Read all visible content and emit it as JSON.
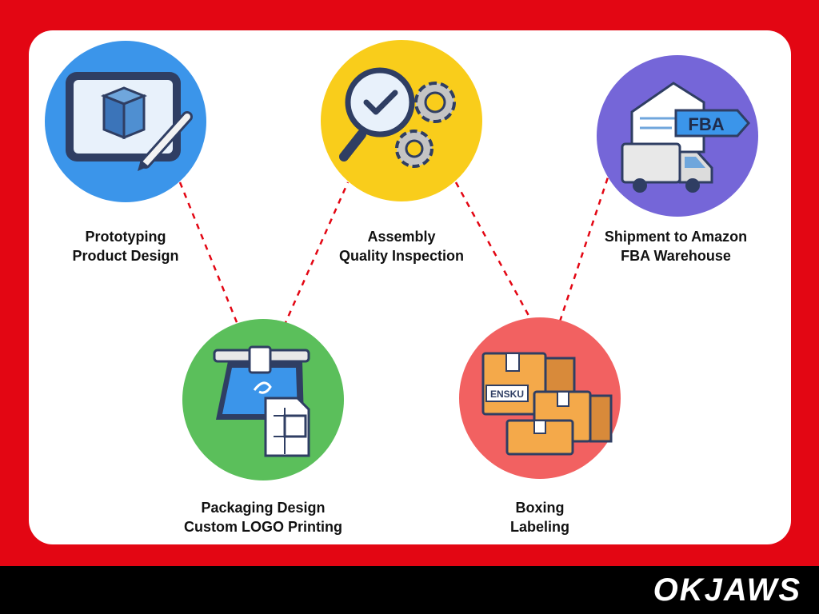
{
  "steps": [
    {
      "line1": "Prototyping",
      "line2": "Product Design",
      "color": "#3b95ea",
      "icon": "tablet-design-icon"
    },
    {
      "line1": "Packaging Design",
      "line2": "Custom LOGO Printing",
      "color": "#5bbf5b",
      "icon": "printer-icon"
    },
    {
      "line1": "Assembly",
      "line2": "Quality Inspection",
      "color": "#f9cd1b",
      "icon": "magnifier-gears-icon"
    },
    {
      "line1": "Boxing",
      "line2": "Labeling",
      "color": "#f26161",
      "icon": "boxes-icon"
    },
    {
      "line1": "Shipment to Amazon",
      "line2": "FBA Warehouse",
      "color": "#7566d8",
      "icon": "fba-truck-icon"
    }
  ],
  "icons_text": {
    "fba_sign": "FBA",
    "box_label": "ENSKU"
  },
  "brand": {
    "logo": "OKJAWS",
    "frame_color": "#e30613"
  }
}
